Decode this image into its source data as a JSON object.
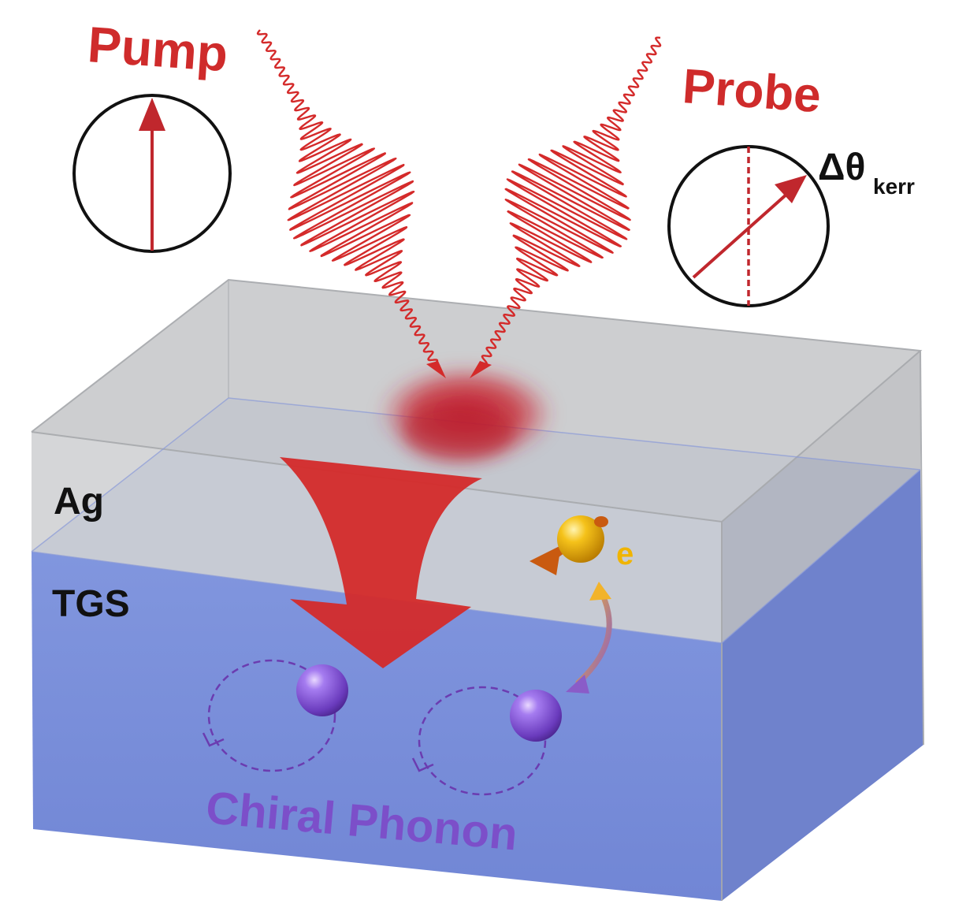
{
  "labels": {
    "pump": "Pump",
    "probe": "Probe",
    "delta_theta": "Δθ",
    "kerr_subscript": "kerr",
    "layer_top": "Ag",
    "layer_bottom": "TGS",
    "electron": "e",
    "phonon": "Chiral Phonon"
  },
  "colors": {
    "beam_red": "#d42a2a",
    "label_red": "#cf2b2b",
    "ag_layer": "#c5c6c8",
    "tgs_layer": "#7f93dc",
    "phonon_purple": "#7c4fc9",
    "electron_gold": "#f0b400",
    "electron_spin": "#c95a10",
    "ink": "#111111"
  },
  "icons": {
    "pump_polarization": "circle-with-vertical-arrow",
    "probe_polarization": "circle-with-rotated-arrow",
    "electron": "spinning-electron-icon",
    "phonon_atom": "purple-sphere-icon"
  }
}
